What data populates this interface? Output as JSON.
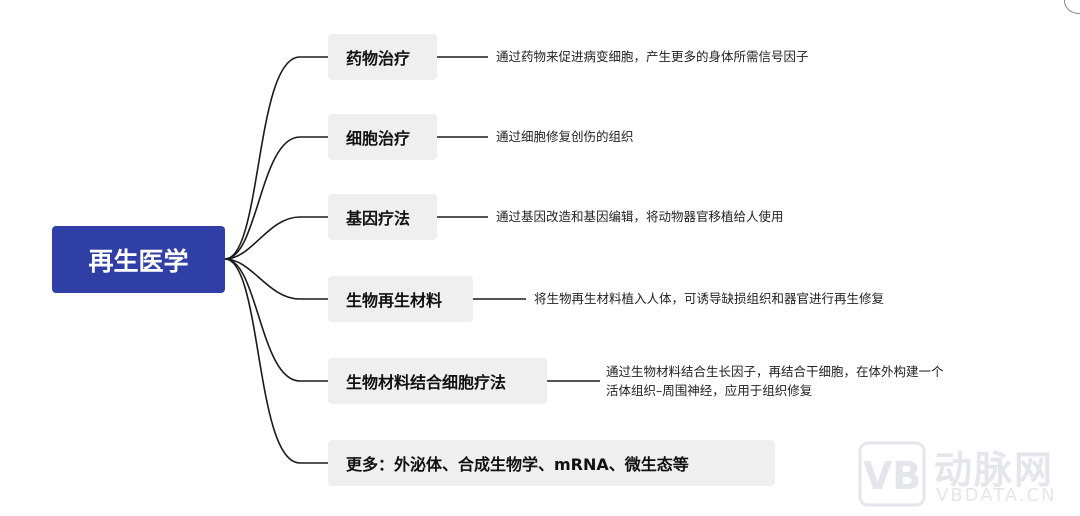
{
  "root": {
    "label": "再生医学"
  },
  "branches": [
    {
      "label": "药物治疗",
      "description": [
        "通过药物来促进病变细胞，产生更多的身体所需信号因子"
      ]
    },
    {
      "label": "细胞治疗",
      "description": [
        "通过细胞修复创伤的组织"
      ]
    },
    {
      "label": "基因疗法",
      "description": [
        "通过基因改造和基因编辑，将动物器官移植给人使用"
      ]
    },
    {
      "label": "生物再生材料",
      "description": [
        "将生物再生材料植入人体，可诱导缺损组织和器官进行再生修复"
      ]
    },
    {
      "label": "生物材料结合细胞疗法",
      "description": [
        "通过生物材料结合生长因子，再结合干细胞，在体外构建一个",
        "活体组织–周围神经，应用于组织修复"
      ]
    },
    {
      "label": "更多：外泌体、合成生物学、mRNA、微生态等",
      "description": []
    }
  ],
  "watermark": {
    "logo_text": "VB",
    "cn": "动脉网",
    "en": "VBDATA.CN"
  },
  "colors": {
    "root": "#2f3fa5",
    "branch_bg": "#efefef",
    "line": "#1a1a1a",
    "watermark": "#cfd2dd"
  }
}
